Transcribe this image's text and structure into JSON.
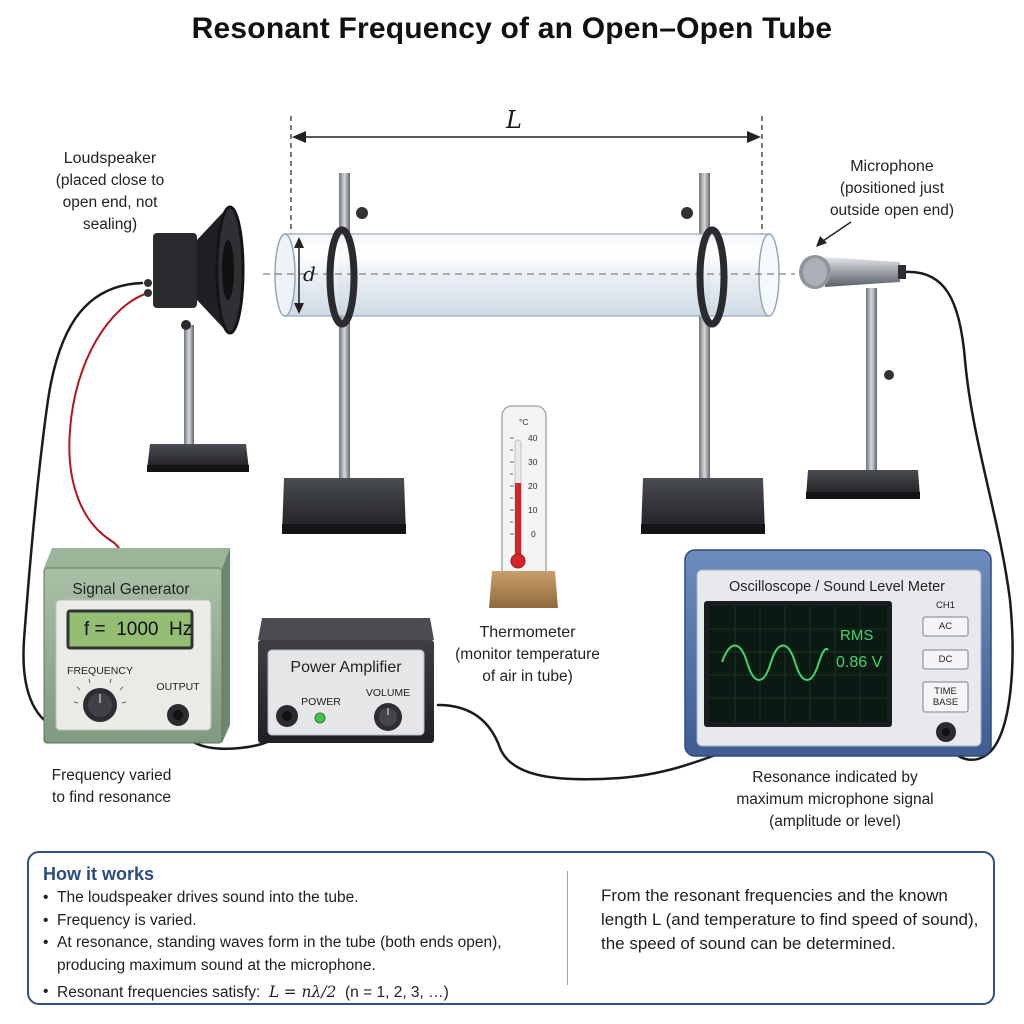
{
  "title": "Resonant Frequency of an Open–Open Tube",
  "dimensions": {
    "length_symbol": "L",
    "diameter_symbol": "d"
  },
  "loudspeaker": {
    "label": "Loudspeaker",
    "note_lines": [
      "(placed close to",
      "open end, not",
      "sealing)"
    ]
  },
  "microphone": {
    "label": "Microphone",
    "note_lines": [
      "(positioned just",
      "outside open end)"
    ]
  },
  "thermometer": {
    "label": "Thermometer",
    "note_lines": [
      "(monitor temperature",
      "of air in tube)"
    ],
    "unit": "°C",
    "scale": [
      "40",
      "30",
      "20",
      "10",
      "0"
    ]
  },
  "signal_generator": {
    "title": "Signal Generator",
    "display": "f =  1000  Hz",
    "frequency_label": "FREQUENCY",
    "output_label": "OUTPUT",
    "caption_lines": [
      "Frequency varied",
      "to find resonance"
    ]
  },
  "power_amplifier": {
    "title": "Power Amplifier",
    "power_label": "POWER",
    "volume_label": "VOLUME"
  },
  "oscilloscope": {
    "title": "Oscilloscope / Sound Level Meter",
    "channel": "CH1",
    "buttons": [
      "AC",
      "DC"
    ],
    "timebase_lines": [
      "TIME",
      "BASE"
    ],
    "rms_label": "RMS",
    "rms_value": "0.86 V",
    "caption_lines": [
      "Resonance indicated by",
      "maximum microphone signal",
      "(amplitude or level)"
    ]
  },
  "how_it_works": {
    "title": "How it works",
    "bullets": [
      "The loudspeaker drives sound into the tube.",
      "Frequency is varied.",
      "At resonance, standing waves form in the tube (both ends open), producing maximum sound at the microphone."
    ],
    "formula_prefix": "Resonant frequencies satisfy:",
    "formula_lhs": "L",
    "formula_rhs": "= nλ/2",
    "formula_note": "(n = 1, 2, 3, …)",
    "conclusion": "From the resonant frequencies and the known length L (and temperature to find speed of sound), the speed of sound can be determined."
  },
  "colors": {
    "title_blue": "#2a4c82",
    "signal_generator_body": "#8aa589",
    "oscilloscope_frame": "#4f6fa8",
    "trace_green": "#3fd96a",
    "led_green": "#45c24a",
    "thermo_red": "#d6252a"
  }
}
